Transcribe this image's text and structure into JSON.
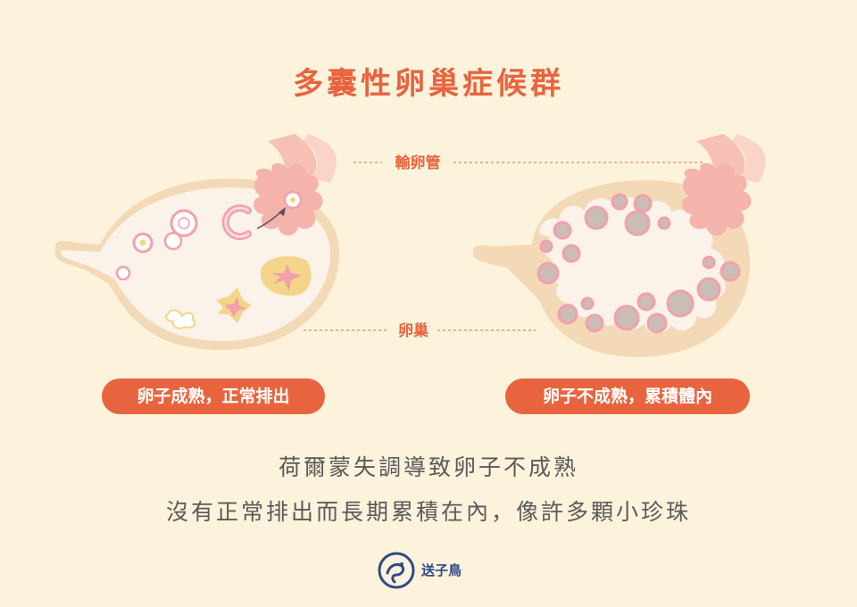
{
  "title": "多囊性卵巢症候群",
  "labels": {
    "fallopian_tube": "輸卵管",
    "ovary": "卵巢"
  },
  "left_panel": {
    "caption": "卵子成熟，正常排出"
  },
  "right_panel": {
    "caption": "卵子不成熟，累積體內"
  },
  "description": {
    "line1": "荷爾蒙失調導致卵子不成熟",
    "line2": "沒有正常排出而長期累積在內，像許多顆小珍珠"
  },
  "logo": {
    "text": "送子鳥"
  },
  "colors": {
    "background": "#fdf3dc",
    "accent": "#e8643f",
    "ovary_fill": "#fbf2ea",
    "ovary_edge": "#f3d9b6",
    "tube": "#f4b3ab",
    "follicle_ring": "#f2a0ab",
    "cyst_fill": "#c9bdb6",
    "corpus": "#f3d58a",
    "logo": "#2d4a8a"
  }
}
